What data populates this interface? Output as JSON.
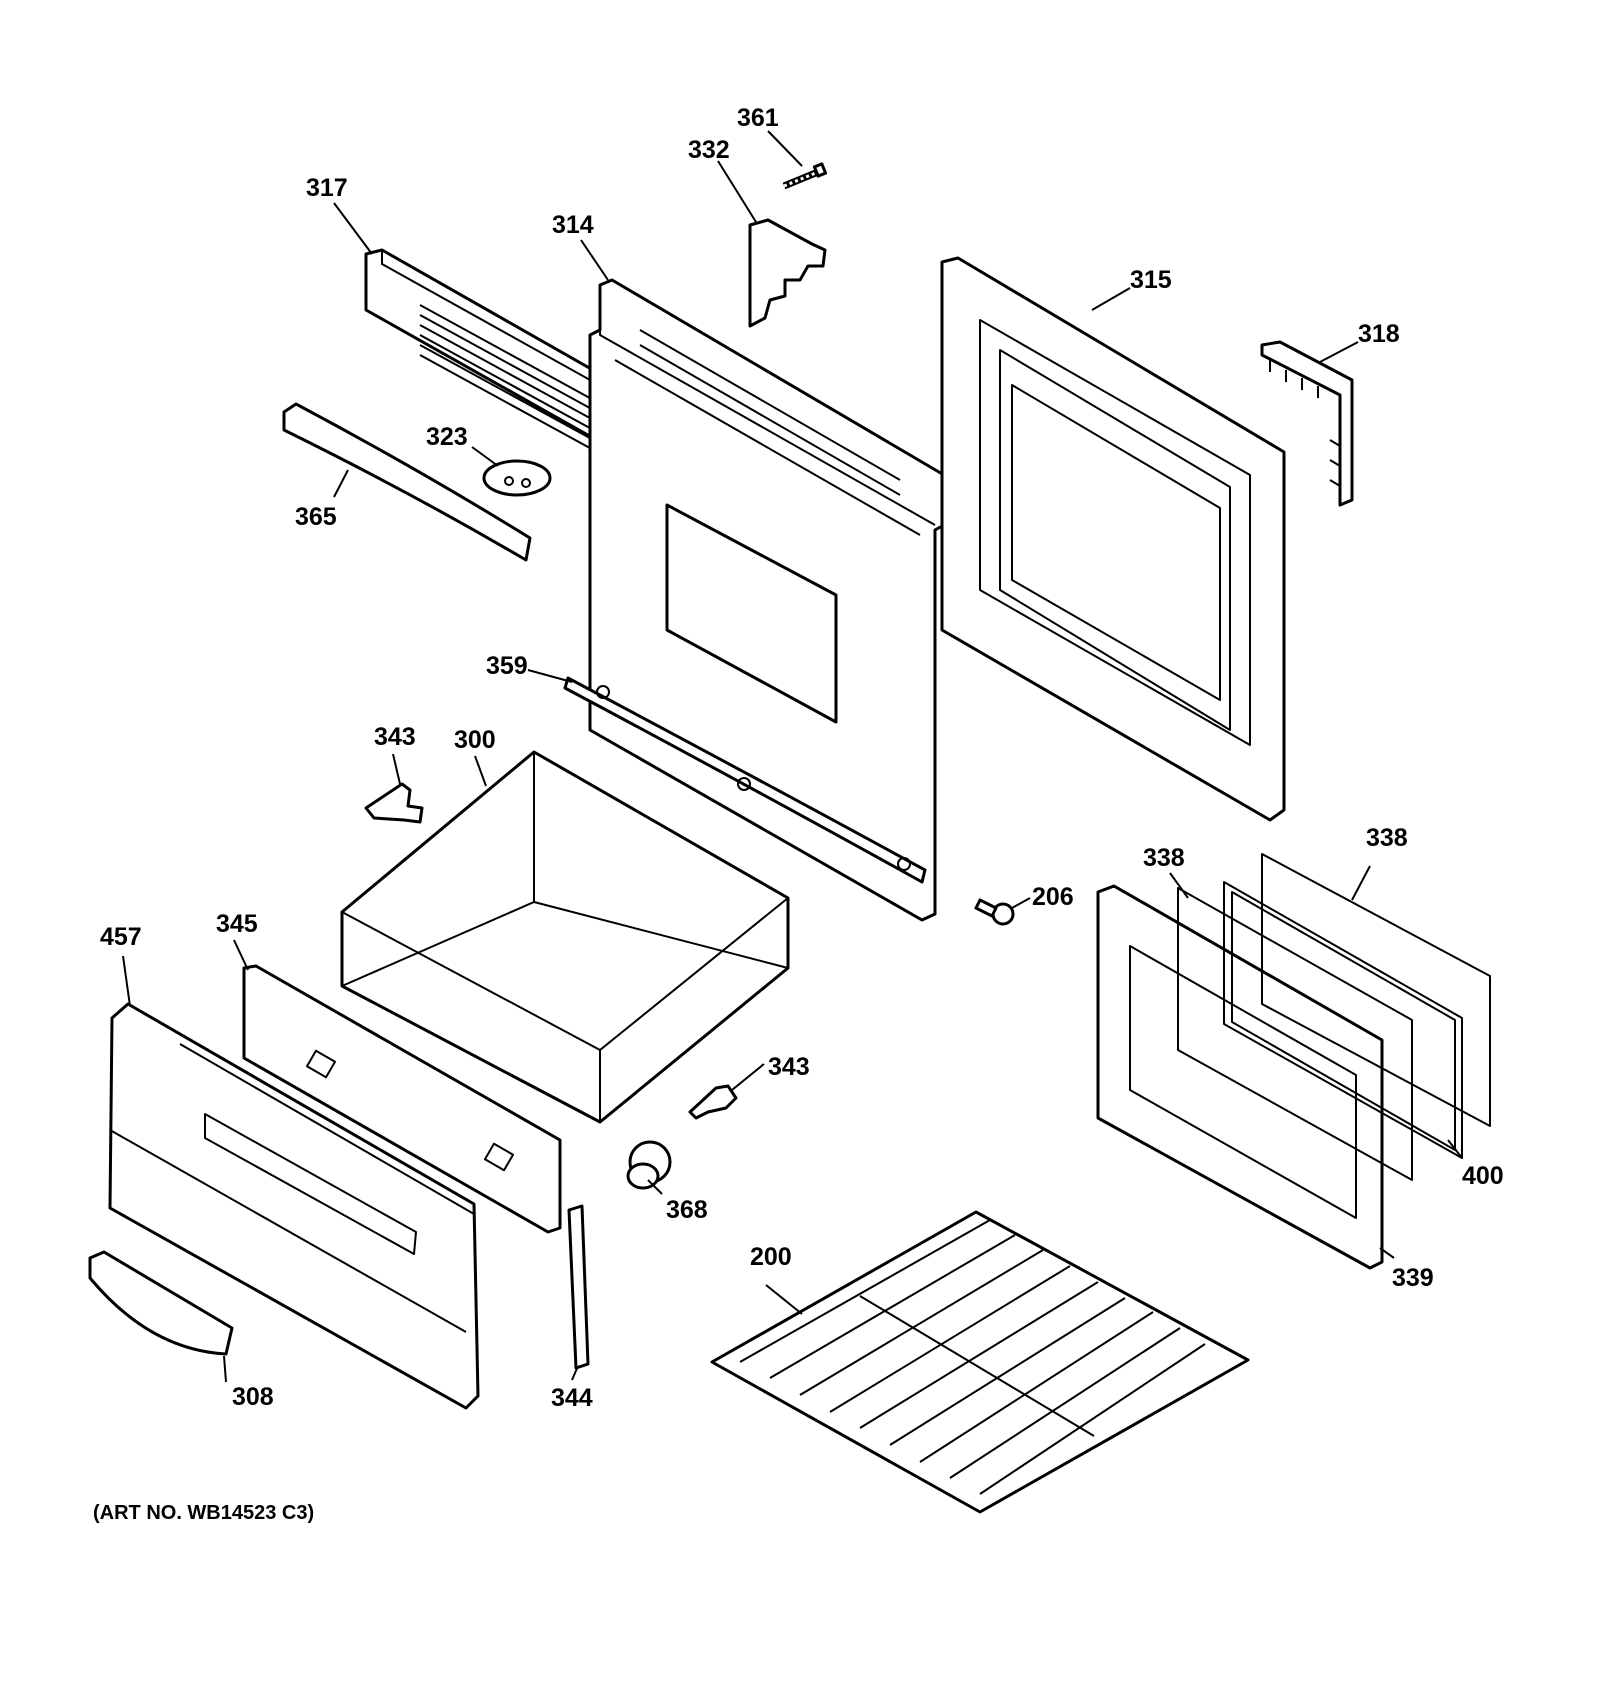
{
  "art_note": "(ART NO. WB14523 C3)",
  "colors": {
    "line": "#000000",
    "background": "#ffffff"
  },
  "callouts": {
    "c361": "361",
    "c332": "332",
    "c317": "317",
    "c314": "314",
    "c315": "315",
    "c318": "318",
    "c323": "323",
    "c365": "365",
    "c359": "359",
    "c343a": "343",
    "c300": "300",
    "c338a": "338",
    "c338b": "338",
    "c206": "206",
    "c457": "457",
    "c345": "345",
    "c343b": "343",
    "c400": "400",
    "c368": "368",
    "c200": "200",
    "c339": "339",
    "c308": "308",
    "c344": "344"
  }
}
